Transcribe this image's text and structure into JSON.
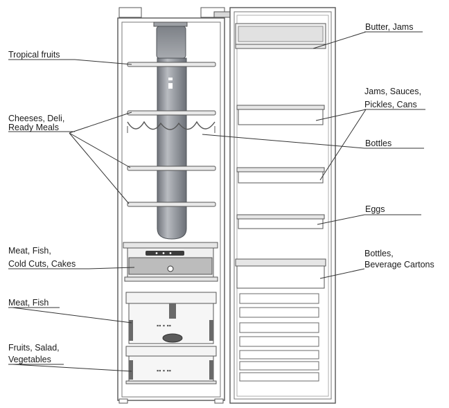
{
  "labels": {
    "tropical_fruits": "Tropical fruits",
    "cheeses_1": "Cheeses, Deli,",
    "cheeses_2": "Ready Meals",
    "meat_fish_cakes_1": "Meat, Fish,",
    "meat_fish_cakes_2": "Cold Cuts, Cakes",
    "meat_fish": "Meat, Fish",
    "fruits_1": "Fruits, Salad,",
    "fruits_2": "Vegetables",
    "butter_jams": "Butter, Jams",
    "jams_sauces_1": "Jams, Sauces,",
    "jams_sauces_2": "Pickles, Cans",
    "bottles": "Bottles",
    "eggs": "Eggs",
    "bottles_cartons_1": "Bottles,",
    "bottles_cartons_2": "Beverage Cartons"
  },
  "colors": {
    "line": "#333333",
    "fan_tube": "#8e9298",
    "fan_tube_highlight": "#c9ccd0",
    "text": "#1a1a1a"
  }
}
